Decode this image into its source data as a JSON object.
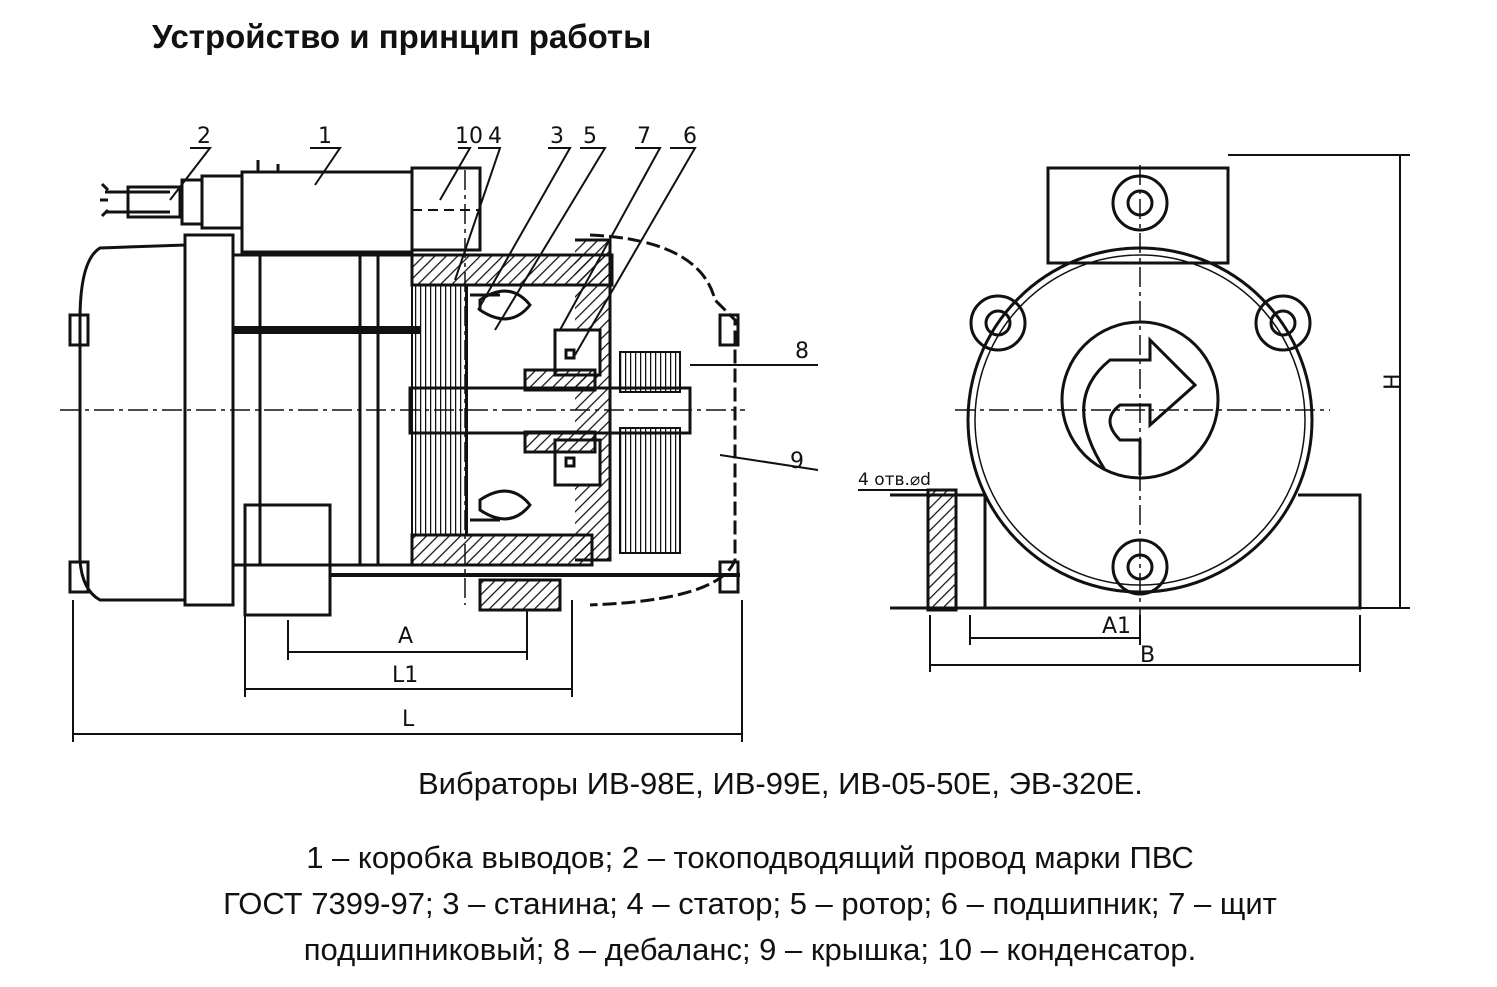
{
  "title": "Устройство и принцип работы",
  "callouts": {
    "c1": "1",
    "c2": "2",
    "c3": "3",
    "c4": "4",
    "c5": "5",
    "c6": "6",
    "c7": "7",
    "c8": "8",
    "c9": "9",
    "c10": "10"
  },
  "dimensions": {
    "A": "A",
    "L1": "L1",
    "L": "L",
    "A1": "A1",
    "B": "B",
    "H": "H",
    "holes": "4 отв.⌀d"
  },
  "caption": {
    "models": "Вибраторы ИВ-98Е, ИВ-99Е, ИВ-05-50Е, ЭВ-320Е.",
    "legend_line1": "1 – коробка выводов; 2 – токоподводящий провод марки ПВС",
    "legend_line2": "ГОСТ 7399-97; 3 – станина; 4 – статор; 5 – ротор; 6 – подшипник; 7 – щит",
    "legend_line3": "подшипниковый; 8 – дебаланс; 9 – крышка; 10 – конденсатор."
  }
}
